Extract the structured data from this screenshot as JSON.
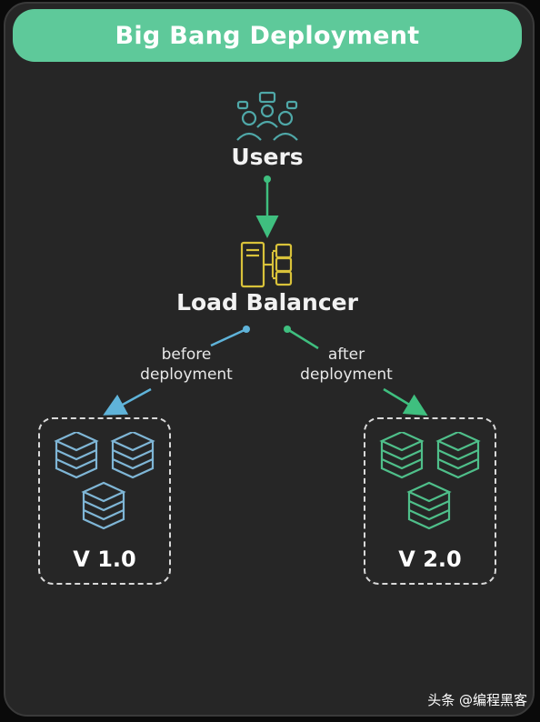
{
  "title": "Big Bang Deployment",
  "nodes": {
    "users": "Users",
    "load_balancer": "Load Balancer"
  },
  "edges": {
    "before": [
      "before",
      "deployment"
    ],
    "after": [
      "after",
      "deployment"
    ]
  },
  "versions": {
    "old": "V 1.0",
    "new": "V 2.0"
  },
  "colors": {
    "title_bg": "#5ec99a",
    "users_icon": "#4fa8a8",
    "lb_icon": "#d9c23a",
    "old_servers": "#7fb6d6",
    "new_servers": "#4fbf8a",
    "arrow_green": "#3fbf7f",
    "arrow_blue": "#5fb3d9"
  },
  "icons": {
    "users": "users-group-icon",
    "load_balancer": "load-balancer-icon",
    "server": "database-server-icon"
  },
  "watermark": "头条 @编程黑客"
}
